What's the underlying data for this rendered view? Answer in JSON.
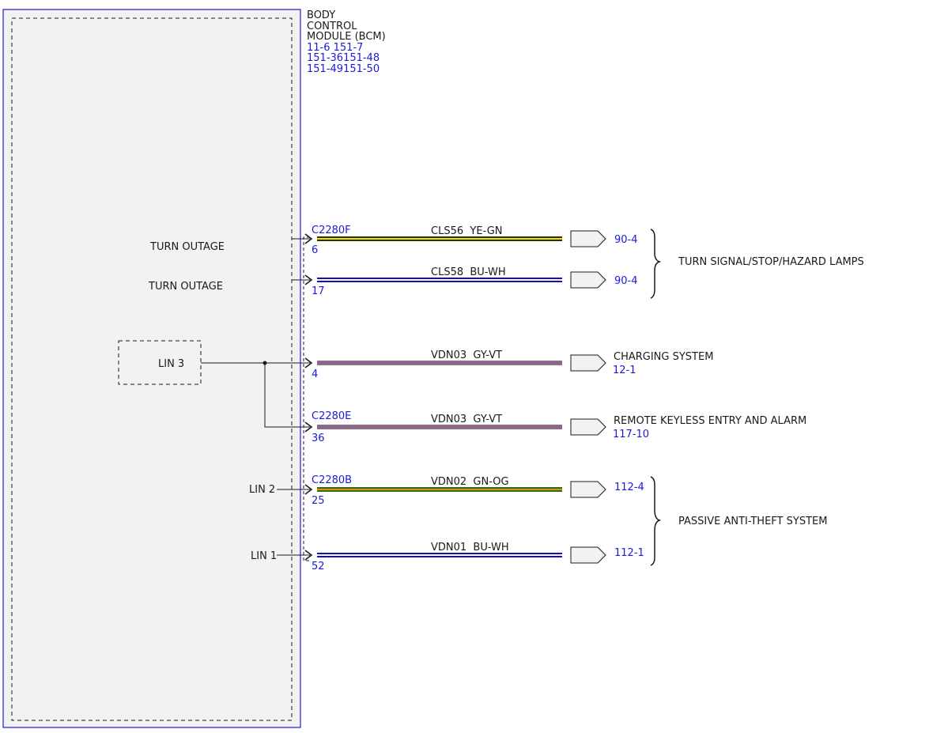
{
  "module": {
    "title_lines": [
      "BODY",
      "CONTROL",
      "MODULE (BCM)"
    ],
    "ref_lines": [
      "11-6  151-7",
      "151-36151-48",
      "151-49151-50"
    ]
  },
  "internal_labels": {
    "turn_outage_1": "TURN OUTAGE",
    "turn_outage_2": "TURN OUTAGE",
    "lin3": "LIN 3",
    "lin2": "LIN 2",
    "lin1": "LIN 1"
  },
  "connectors": {
    "c2280f": "C2280F",
    "c2280e": "C2280E",
    "c2280b": "C2280B"
  },
  "circuits": [
    {
      "pin": "6",
      "circuit": "CLS56",
      "color_code": "YE-GN",
      "ref": "90-4",
      "outer": "#2e2e00",
      "inner": "#e6e600"
    },
    {
      "pin": "17",
      "circuit": "CLS58",
      "color_code": "BU-WH",
      "ref": "90-4",
      "outer": "#1010b8",
      "inner": "#ffffff"
    },
    {
      "pin": "4",
      "circuit": "VDN03",
      "color_code": "GY-VT",
      "ref": "12-1",
      "outer": "#7a7a7a",
      "inner": "#a84fa8"
    },
    {
      "pin": "36",
      "circuit": "VDN03",
      "color_code": "GY-VT",
      "ref": "117-10",
      "outer": "#7a7a7a",
      "inner": "#a84fa8"
    },
    {
      "pin": "25",
      "circuit": "VDN02",
      "color_code": "GN-OG",
      "ref": "112-4",
      "outer": "#2f6e12",
      "inner": "#e08a1a"
    },
    {
      "pin": "52",
      "circuit": "VDN01",
      "color_code": "BU-WH",
      "ref": "112-1",
      "outer": "#1010b8",
      "inner": "#ffffff"
    }
  ],
  "destinations": {
    "turn_lamps": "TURN SIGNAL/STOP/HAZARD LAMPS",
    "charging": "CHARGING SYSTEM",
    "rke": "REMOTE KEYLESS ENTRY AND ALARM",
    "pats": "PASSIVE ANTI-THEFT SYSTEM"
  },
  "colors": {
    "module_border": "#1a1adb",
    "module_fill": "#f2f2f2",
    "reference_text": "#1a1adb",
    "line": "#1a1a1a"
  }
}
